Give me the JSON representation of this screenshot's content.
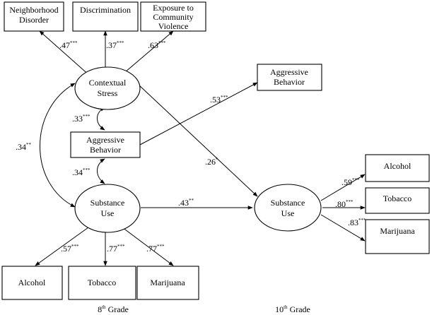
{
  "indicators_top": {
    "neighborhood": [
      "Neighborhood",
      "Disorder"
    ],
    "discrimination": [
      "Discrimination"
    ],
    "violence": [
      "Exposure to",
      "Community",
      "Violence"
    ]
  },
  "latent": {
    "contextual_stress": [
      "Contextual",
      "Stress"
    ],
    "substance_use_8": [
      "Substance",
      "Use"
    ],
    "substance_use_10": [
      "Substance",
      "Use"
    ]
  },
  "observed": {
    "aggressive_8": [
      "Aggressive",
      "Behavior"
    ],
    "aggressive_10": [
      "Aggressive",
      "Behavior"
    ]
  },
  "indicators_bottom": {
    "alcohol": "Alcohol",
    "tobacco": "Tobacco",
    "marijuana": "Marijuana"
  },
  "indicators_right": {
    "alcohol": "Alcohol",
    "tobacco": "Tobacco",
    "marijuana": "Marijuana"
  },
  "coefficients": {
    "neighborhood": {
      "value": ".47",
      "sig": "***"
    },
    "discrimination": {
      "value": ".37",
      "sig": "***"
    },
    "violence": {
      "value": ".63",
      "sig": "***"
    },
    "cs_agg": {
      "value": ".33",
      "sig": "***"
    },
    "agg_su": {
      "value": ".34",
      "sig": "***"
    },
    "cs_su": {
      "value": ".34",
      "sig": "**"
    },
    "agg_agg10": {
      "value": ".53",
      "sig": "***"
    },
    "cs_su10": {
      "value": ".26",
      "sig": "*"
    },
    "su8_su10": {
      "value": ".43",
      "sig": "**"
    },
    "su8_alcohol": {
      "value": ".57",
      "sig": "***"
    },
    "su8_tobacco": {
      "value": ".77",
      "sig": "***"
    },
    "su8_marijuana": {
      "value": ".77",
      "sig": "***"
    },
    "su10_alcohol": {
      "value": ".59",
      "sig": "***"
    },
    "su10_tobacco": {
      "value": ".80",
      "sig": "***"
    },
    "su10_marijuana": {
      "value": ".83",
      "sig": "***"
    }
  },
  "grades": {
    "grade8": {
      "num": "8",
      "sup": "th",
      "word": " Grade"
    },
    "grade10": {
      "num": "10",
      "sup": "th",
      "word": " Grade"
    }
  }
}
